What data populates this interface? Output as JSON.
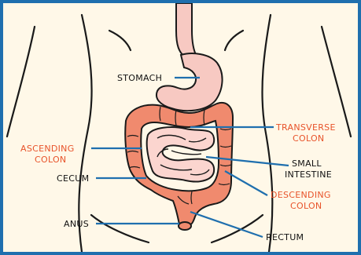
{
  "title": "",
  "colors": {
    "frame": "#1f6fae",
    "background": "#fff8e8",
    "outline": "#1a1a1a",
    "stomach_fill": "#f7c9c2",
    "intestine_fill": "#fbd5cf",
    "colon_fill": "#f08a6e",
    "leader_line": "#1f6fae",
    "label_black": "#111111",
    "label_orange": "#e8532a"
  },
  "labels": {
    "stomach": "STOMACH",
    "transverse_colon_1": "TRANSVERSE",
    "transverse_colon_2": "COLON",
    "ascending_colon_1": "ASCENDING",
    "ascending_colon_2": "COLON",
    "small_intestine_1": "SMALL",
    "small_intestine_2": "INTESTINE",
    "cecum": "CECUM",
    "descending_colon_1": "DESCENDING",
    "descending_colon_2": "COLON",
    "anus": "ANUS",
    "rectum": "RECTUM"
  }
}
